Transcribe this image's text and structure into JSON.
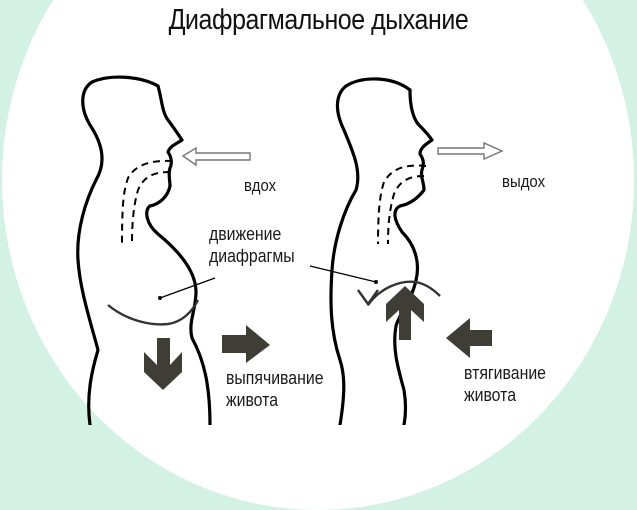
{
  "title": "Диафрагмальное дыхание",
  "colors": {
    "background": "#d4f1e6",
    "panel": "#ffffff",
    "outline": "#000000",
    "arrow": "#3e3e36"
  },
  "left_figure": {
    "state": "inhale",
    "breath_label": "вдох",
    "breath_arrow": "hollow-arrow-left",
    "diaphragm_arrow": "arrow-down",
    "belly_arrow": "arrow-right",
    "belly_label_line1": "выпячивание",
    "belly_label_line2": "живота"
  },
  "right_figure": {
    "state": "exhale",
    "breath_label": "выдох",
    "breath_arrow": "hollow-arrow-right",
    "diaphragm_arrow": "arrow-up",
    "belly_arrow": "arrow-left",
    "belly_label_line1": "втягивание",
    "belly_label_line2": "живота"
  },
  "shared_label_line1": "движение",
  "shared_label_line2": "диафрагмы"
}
